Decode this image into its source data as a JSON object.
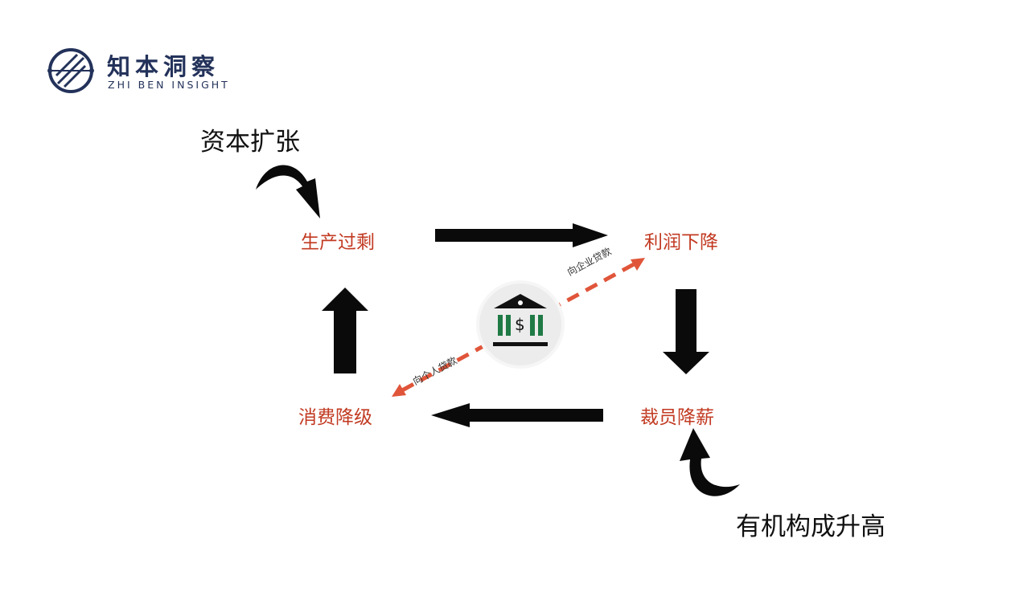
{
  "brand": {
    "name_cn": "知本洞察",
    "name_en": "ZHI BEN INSIGHT"
  },
  "diagram": {
    "nodes": {
      "top_left": "生产过剩",
      "top_right": "利润下降",
      "bottom_right": "裁员降薪",
      "bottom_left": "消费降级"
    },
    "external": {
      "top": "资本扩张",
      "bottom": "有机构成升高"
    },
    "bank": {
      "to_enterprise": "向企业贷款",
      "to_individual": "向个人贷款",
      "symbol": "$"
    }
  },
  "colors": {
    "node_text": "#c23a22",
    "dash": "#e0553a",
    "bank_green": "#1f7a45",
    "brand": "#23325a"
  }
}
